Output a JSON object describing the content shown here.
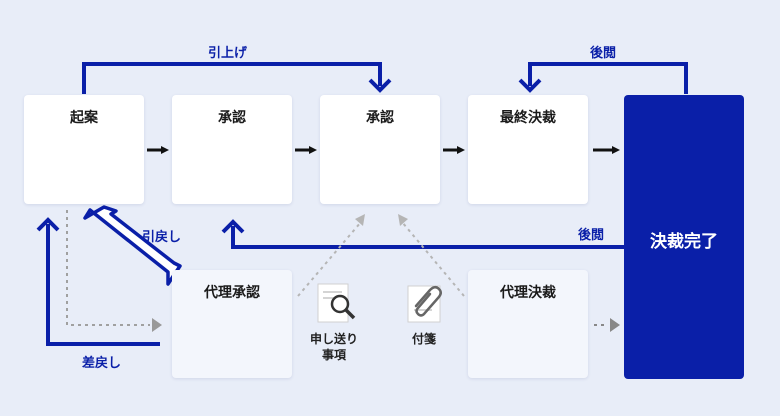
{
  "colors": {
    "primary": "#0a1fa8",
    "background": "#e8edf8",
    "check_light": "#b7bde3",
    "check_dark": "#8a93cf",
    "check_teal": "#a6d9e3",
    "desk": "#c8884a"
  },
  "cards": {
    "kian": "起案",
    "shonin1": "承認",
    "shonin2": "承認",
    "saishu": "最終決裁",
    "dairi_shonin": "代理承認",
    "dairi_kessai": "代理決裁"
  },
  "final": "決裁完了",
  "arrows": {
    "hikiage": "引上げ",
    "goetsu_top": "後閲",
    "goetsu_bottom": "後閲",
    "hikimodoshi": "引戻し",
    "sashimodoshi": "差戻し"
  },
  "items": {
    "moushiokuri": [
      "申し送り",
      "事項"
    ],
    "fusen": "付箋"
  },
  "icons": {
    "person": "person-at-desk-icon",
    "check": "check-circle-icon",
    "document": "document-pen-icon",
    "search": "magnifier-document-icon",
    "clip": "paperclip-icon"
  }
}
